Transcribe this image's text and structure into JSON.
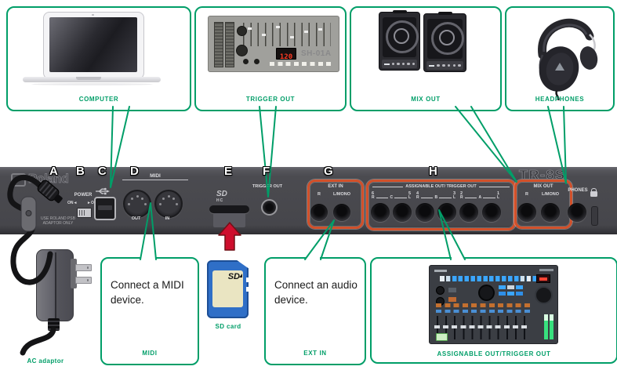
{
  "callouts_top": [
    {
      "label": "COMPUTER"
    },
    {
      "label": "TRIGGER OUT"
    },
    {
      "label": "MIX OUT"
    },
    {
      "label": "HEADPHONES"
    }
  ],
  "panel": {
    "brand": "Roland",
    "model": "TR-8S",
    "letters": [
      "A",
      "B",
      "C",
      "D",
      "E",
      "F",
      "G",
      "H"
    ],
    "power_label": "POWER",
    "power_on": "ON◄",
    "power_off": "►OFF",
    "adaptor_note": "USE ROLAND PSB ADAPTOR ONLY",
    "midi_label": "MIDI",
    "midi_out": "OUT",
    "midi_in": "IN",
    "sd_logo_top": "SD",
    "sd_logo_bottom": "HC",
    "trigger_out_label": "TRIGGER OUT",
    "ext_in": {
      "label": "EXT IN",
      "r": "R",
      "l": "L/MONO"
    },
    "assignable": {
      "label": "ASSIGNABLE OUT/ TRIGGER OUT",
      "pairs": [
        {
          "ln": "6",
          "rn": "5",
          "r": "R",
          "g": "C",
          "l": "L"
        },
        {
          "ln": "4",
          "rn": "3",
          "r": "R",
          "g": "B",
          "l": "L"
        },
        {
          "ln": "2",
          "rn": "1",
          "r": "R",
          "g": "A",
          "l": "L"
        }
      ]
    },
    "mix_out": {
      "label": "MIX OUT",
      "r": "R",
      "l": "L/MONO"
    },
    "phones_label": "PHONES"
  },
  "devices": {
    "synth_display": "120",
    "synth_model": "SH-01A"
  },
  "callouts_bottom": {
    "ac_adaptor_label": "AC adaptor",
    "midi": {
      "text": "Connect a MIDI device.",
      "label": "MIDI"
    },
    "sd_card_label": "SD card",
    "sd_card_logo": "SD",
    "ext_in": {
      "text": "Connect an audio device.",
      "label": "EXT IN"
    },
    "assignable": {
      "label": "ASSIGNABLE OUT/TRIGGER OUT"
    }
  },
  "colors": {
    "green": "#009E68",
    "orange": "#D2502A",
    "red": "#CE0E2D",
    "panel_gray": "#4A4A4E"
  }
}
